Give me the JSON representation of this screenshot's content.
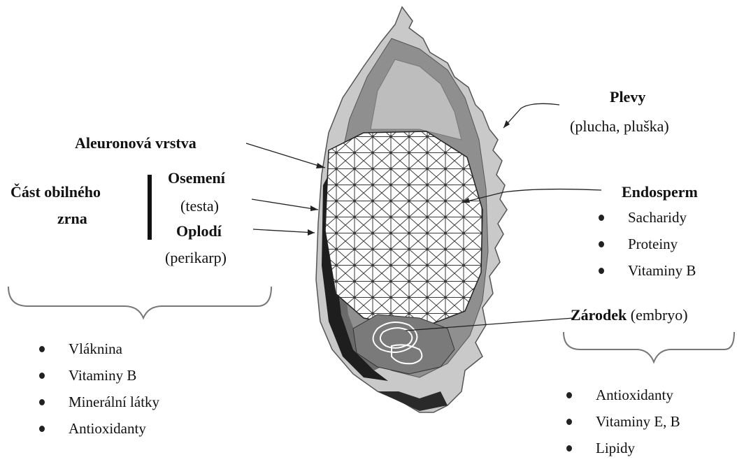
{
  "labels": {
    "plevy_title": "Plevy",
    "plevy_sub": "(plucha, pluška)",
    "aleuron": "Aleuronová vrstva",
    "cast_line1": "Část obilného",
    "cast_line2": "zrna",
    "osemeni_title": "Osemení",
    "osemeni_sub": "(testa)",
    "oplodi_title": "Oplodí",
    "oplodi_sub": "(perikarp)",
    "endosperm_title": "Endosperm",
    "zarodek_title": "Zárodek",
    "zarodek_sub": "(embryo)"
  },
  "lists": {
    "bran": [
      "Vláknina",
      "Vitaminy B",
      "Minerální látky",
      "Antioxidanty"
    ],
    "endosperm": [
      "Sacharidy",
      "Proteiny",
      "Vitaminy B"
    ],
    "germ": [
      "Antioxidanty",
      "Vitaminy E, B",
      "Lipidy"
    ]
  },
  "colors": {
    "husk": "#c9c9c9",
    "husk_inner": "#8f8f8f",
    "endosperm_bg": "#ffffff",
    "endosperm_mesh": "#3a3a3a",
    "outer_layers": "#1e1e1e",
    "germ": "#6e6e6e"
  }
}
